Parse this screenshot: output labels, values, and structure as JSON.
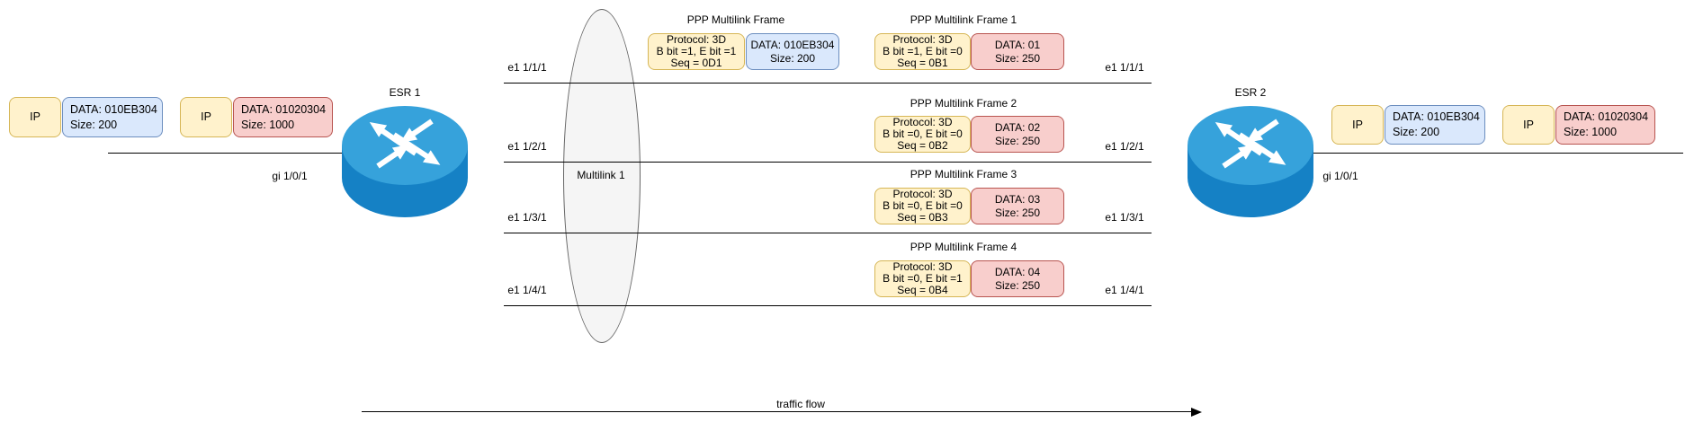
{
  "packets_left": [
    {
      "ip_label": "IP",
      "data": "DATA: 010EB304",
      "size": "Size: 200"
    },
    {
      "ip_label": "IP",
      "data": "DATA: 01020304",
      "size": "Size: 1000"
    }
  ],
  "packets_right": [
    {
      "ip_label": "IP",
      "data": "DATA: 010EB304",
      "size": "Size: 200"
    },
    {
      "ip_label": "IP",
      "data": "DATA: 01020304",
      "size": "Size: 1000"
    }
  ],
  "router_left": {
    "name": "ESR 1",
    "interface": "gi 1/0/1"
  },
  "router_right": {
    "name": "ESR 2",
    "interface": "gi 1/0/1"
  },
  "bundle": {
    "label": "Multilink 1"
  },
  "links": [
    {
      "label_left": "e1 1/1/1",
      "label_right": "e1 1/1/1"
    },
    {
      "label_left": "e1 1/2/1",
      "label_right": "e1 1/2/1"
    },
    {
      "label_left": "e1 1/3/1",
      "label_right": "e1 1/3/1"
    },
    {
      "label_left": "e1 1/4/1",
      "label_right": "e1 1/4/1"
    }
  ],
  "frames": [
    {
      "title": "PPP Multilink Frame",
      "protocol": "Protocol: 3D",
      "bits": "B bit =1, E bit =1",
      "seq": "Seq = 0D1",
      "data": "DATA: 010EB304",
      "size": "Size: 200"
    },
    {
      "title": "PPP Multilink Frame 1",
      "protocol": "Protocol: 3D",
      "bits": "B bit =1, E bit =0",
      "seq": "Seq = 0B1",
      "data": "DATA: 01",
      "size": "Size: 250"
    },
    {
      "title": "PPP Multilink Frame 2",
      "protocol": "Protocol: 3D",
      "bits": "B bit =0, E bit =0",
      "seq": "Seq = 0B2",
      "data": "DATA: 02",
      "size": "Size: 250"
    },
    {
      "title": "PPP Multilink Frame 3",
      "protocol": "Protocol: 3D",
      "bits": "B bit =0, E bit =0",
      "seq": "Seq = 0B3",
      "data": "DATA: 03",
      "size": "Size: 250"
    },
    {
      "title": "PPP Multilink Frame 4",
      "protocol": "Protocol: 3D",
      "bits": "B bit =0, E bit =1",
      "seq": "Seq = 0B4",
      "data": "DATA: 04",
      "size": "Size: 250"
    }
  ],
  "traffic_flow": {
    "label": "traffic flow"
  },
  "colors": {
    "packet_header_fill": "#FFF2CC",
    "packet_header_border": "#D6B656",
    "data_small_fill": "#DAE8FC",
    "data_small_border": "#6C8EBF",
    "data_large_fill": "#F8CECC",
    "data_large_border": "#B85450",
    "bundle_fill": "#F5F5F5",
    "bundle_border": "#666666",
    "router_top": "#36A2DB",
    "router_side": "#1581C5"
  }
}
